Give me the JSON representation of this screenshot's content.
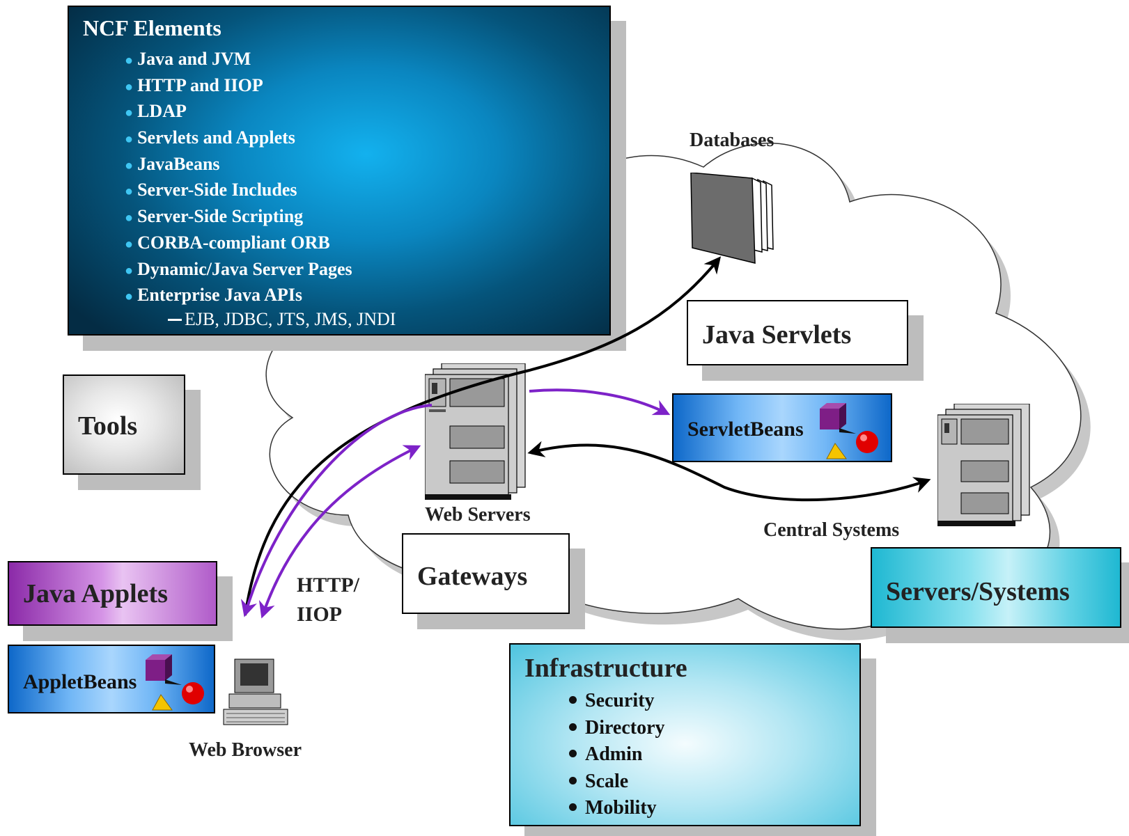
{
  "ncf": {
    "title": "NCF Elements",
    "items": [
      "Java and JVM",
      "HTTP and IIOP",
      "LDAP",
      "Servlets and Applets",
      "JavaBeans",
      "Server-Side Includes",
      "Server-Side Scripting",
      "CORBA-compliant ORB",
      "Dynamic/Java Server Pages",
      "Enterprise Java APIs"
    ],
    "subitem": "EJB, JDBC, JTS, JMS, JNDI"
  },
  "labels": {
    "databases": "Databases",
    "web_servers": "Web Servers",
    "central_systems": "Central Systems",
    "http_iiop_line1": "HTTP/",
    "http_iiop_line2": "IIOP",
    "web_browser": "Web Browser"
  },
  "boxes": {
    "tools": "Tools",
    "java_servlets": "Java Servlets",
    "servlet_beans": "ServletBeans",
    "gateways": "Gateways",
    "java_applets": "Java Applets",
    "applet_beans": "AppletBeans",
    "servers_systems": "Servers/Systems"
  },
  "infrastructure": {
    "title": "Infrastructure",
    "items": [
      "Security",
      "Directory",
      "Admin",
      "Scale",
      "Mobility"
    ]
  },
  "icons": {
    "database": "database-icon",
    "server": "server-icon",
    "computer": "computer-icon",
    "bean": "bean-icon"
  },
  "colors": {
    "purple_arrow": "#7d22c8",
    "black_arrow": "#000000",
    "ncf_blue": "#0a86c0"
  }
}
